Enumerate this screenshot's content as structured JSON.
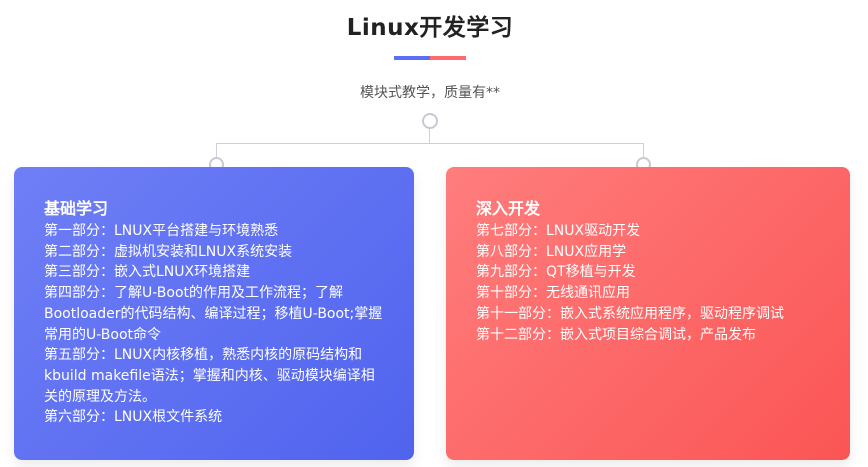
{
  "header": {
    "title": "Linux开发学习",
    "subtitle": "模块式教学，质量有**"
  },
  "colors": {
    "accent_blue": "#5b6ff5",
    "accent_red": "#ff6a6a",
    "left_card": "#5f72f2",
    "right_card": "#fd6565"
  },
  "left_card": {
    "title": "基础学习",
    "items": [
      "第一部分：LNUX平台搭建与环境熟悉",
      "第二部分：虚拟机安装和LNUX系统安装",
      "第三部分：嵌入式LNUX环境搭建",
      "第四部分：了解U-Boot的作用及工作流程；了解 Bootloader的代码结构、编译过程；移植U-Boot;掌握常用的U-Boot命令",
      "第五部分：LNUX内核移植，熟悉内核的原码结构和kbuild makefile语法；掌握和内核、驱动模块编译相关的原理及方法。",
      "第六部分：LNUX根文件系统"
    ]
  },
  "right_card": {
    "title": "深入开发",
    "items": [
      "第七部分：LNUX驱动开发",
      "第八部分：LNUX应用学",
      "第九部分：QT移植与开发",
      "第十部分：无线通讯应用",
      "第十一部分：嵌入式系统应用程序，驱动程序调试",
      "第十二部分：嵌入式项目综合调试，产品发布"
    ]
  }
}
